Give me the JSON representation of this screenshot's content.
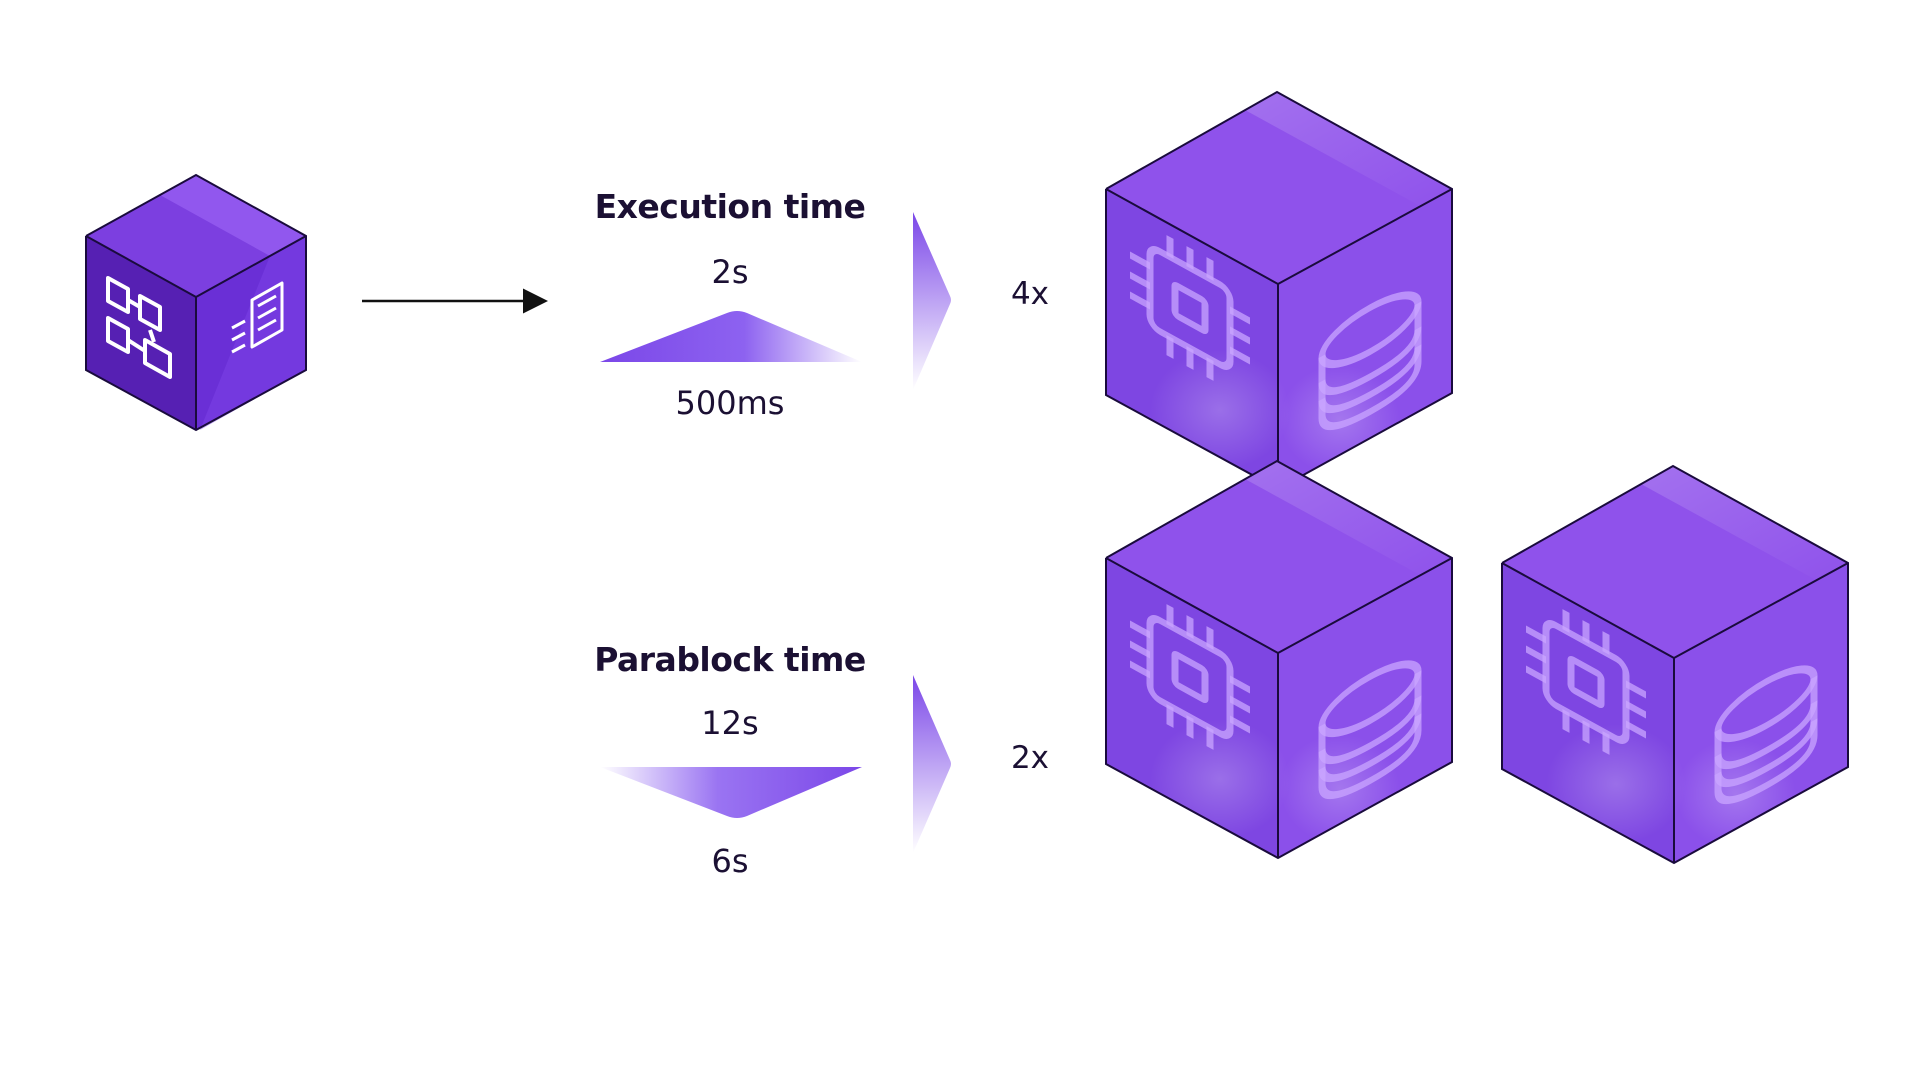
{
  "rows": [
    {
      "title": "Execution time",
      "top_value": "2s",
      "bottom_value": "500ms",
      "multiplier": "4x"
    },
    {
      "title": "Parablock time",
      "top_value": "12s",
      "bottom_value": "6s",
      "multiplier": "2x"
    }
  ],
  "colors": {
    "cube_front": "#7f47e0",
    "cube_side": "#8b52ea",
    "cube_top": "#9459ee",
    "small_cube_front": "#5a22b8",
    "text": "#1b1033"
  },
  "icons": [
    "network-blocks-icon",
    "document-list-icon",
    "cpu-chip-icon",
    "database-stack-icon",
    "arrow-right-icon"
  ]
}
